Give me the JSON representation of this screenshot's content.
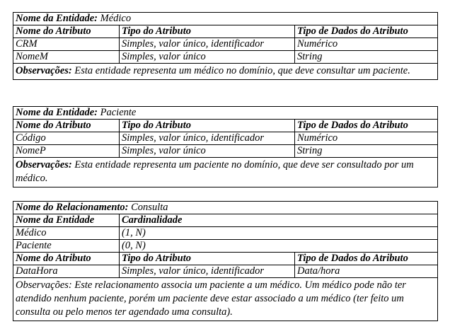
{
  "entidade_medico": {
    "title_label": "Nome da Entidade:",
    "title_value": "Médico",
    "headers": [
      "Nome do Atributo",
      "Tipo do Atributo",
      "Tipo de Dados do Atributo"
    ],
    "rows": [
      [
        "CRM",
        "Simples, valor único, identificador",
        "Numérico"
      ],
      [
        "NomeM",
        "Simples, valor único",
        "String"
      ]
    ],
    "obs_label": "Observações:",
    "obs_text": "Esta entidade representa um médico no domínio, que deve consultar um paciente."
  },
  "entidade_paciente": {
    "title_label": "Nome da Entidade:",
    "title_value": "Paciente",
    "headers": [
      "Nome do Atributo",
      "Tipo do Atributo",
      "Tipo de Dados do Atributo"
    ],
    "rows": [
      [
        "Código",
        "Simples, valor único, identificador",
        "Numérico"
      ],
      [
        "NomeP",
        "Simples, valor único",
        "String"
      ]
    ],
    "obs_label": "Observações:",
    "obs_text": "Esta entidade representa um paciente no domínio, que deve ser consultado por um médico."
  },
  "relacionamento_consulta": {
    "title_label": "Nome do Relacionamento:",
    "title_value": "Consulta",
    "entity_headers": [
      "Nome da Entidade",
      "Cardinalidade"
    ],
    "entity_rows": [
      [
        "Médico",
        "(1, N)"
      ],
      [
        "Paciente",
        "(0, N)"
      ]
    ],
    "headers": [
      "Nome do Atributo",
      "Tipo do Atributo",
      "Tipo de Dados do Atributo"
    ],
    "rows": [
      [
        "DataHora",
        "Simples, valor único, identificador",
        "Data/hora"
      ]
    ],
    "obs_text": "Observações: Este relacionamento associa um paciente a um médico. Um médico pode não ter atendido nenhum paciente, porém um paciente deve estar associado a um médico (ter feito um consulta ou pelo menos ter agendado uma consulta)."
  }
}
